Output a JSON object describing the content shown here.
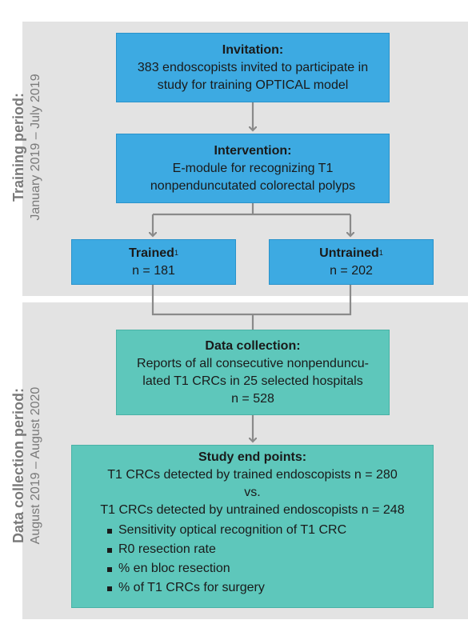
{
  "training_period": {
    "title": "Training period:",
    "range": "January 2019 – July 2019"
  },
  "collection_period": {
    "title": "Data collection period:",
    "range": "August 2019 – August 2020"
  },
  "invitation": {
    "title": "Invitation:",
    "line1": "383 endoscopists invited to participate in",
    "line2": "study for training OPTICAL model"
  },
  "intervention": {
    "title": "Intervention:",
    "line1": "E-module for recognizing T1",
    "line2": "nonpenduncutated colorectal polyps"
  },
  "trained": {
    "title": "Trained",
    "sup": "1",
    "count": "n = 181"
  },
  "untrained": {
    "title": "Untrained",
    "sup": "1",
    "count": "n = 202"
  },
  "data_collection": {
    "title": "Data collection:",
    "line1": "Reports of all consecutive nonpenduncu-",
    "line2": "lated T1 CRCs in 25 selected hospitals",
    "count": "n = 528"
  },
  "end_points": {
    "title": "Study end points:",
    "line1": "T1 CRCs detected by trained endoscopists n = 280",
    "vs": "vs.",
    "line2": "T1 CRCs detected by untrained endoscopists n = 248",
    "items": [
      "Sensitivity optical recognition of T1 CRC",
      "R0 resection rate",
      "% en bloc resection",
      "% of T1 CRCs for surgery"
    ]
  },
  "colors": {
    "panel": "#e3e3e3",
    "blue_box": "#3daae2",
    "teal_box": "#5ec7bb",
    "connector": "#8a8a8a",
    "period_text": "#7a7a7a"
  }
}
